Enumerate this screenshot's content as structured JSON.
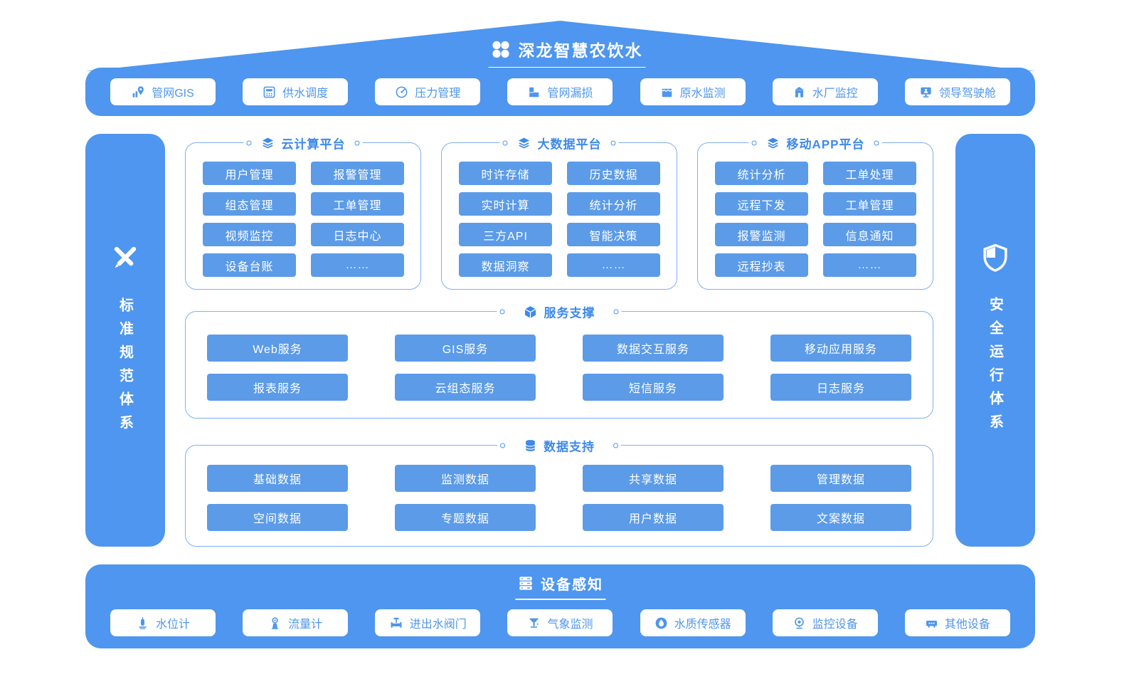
{
  "colors": {
    "main_blue": "#4e96ef",
    "chip_blue": "#5b9be8",
    "accent_blue": "#3e89ea",
    "border_blue": "#7fb0f0"
  },
  "header": {
    "title": "深龙智慧农饮水"
  },
  "topbar": {
    "items": [
      {
        "label": "管网GIS",
        "icon": "map-pin-icon"
      },
      {
        "label": "供水调度",
        "icon": "control-panel-icon"
      },
      {
        "label": "压力管理",
        "icon": "gauge-icon"
      },
      {
        "label": "管网漏损",
        "icon": "pipe-icon"
      },
      {
        "label": "原水监测",
        "icon": "water-tank-icon"
      },
      {
        "label": "水厂监控",
        "icon": "factory-icon"
      },
      {
        "label": "领导驾驶舱",
        "icon": "monitor-icon"
      }
    ]
  },
  "sidebars": {
    "left": {
      "label": "标准规范体系",
      "icon": "design-tools-icon"
    },
    "right": {
      "label": "安全运行体系",
      "icon": "shield-icon"
    }
  },
  "platforms": [
    {
      "title": "云计算平台",
      "icon": "layers-icon",
      "items": [
        "用户管理",
        "报警管理",
        "组态管理",
        "工单管理",
        "视频监控",
        "日志中心",
        "设备台账",
        "……"
      ]
    },
    {
      "title": "大数据平台",
      "icon": "layers-icon",
      "items": [
        "时许存储",
        "历史数据",
        "实时计算",
        "统计分析",
        "三方API",
        "智能决策",
        "数据洞察",
        "……"
      ]
    },
    {
      "title": "移动APP平台",
      "icon": "layers-icon",
      "items": [
        "统计分析",
        "工单处理",
        "远程下发",
        "工单管理",
        "报警监测",
        "信息通知",
        "远程抄表",
        "……"
      ]
    }
  ],
  "services": {
    "title": "服务支撑",
    "icon": "cube-icon",
    "items": [
      "Web服务",
      "GIS服务",
      "数据交互服务",
      "移动应用服务",
      "报表服务",
      "云组态服务",
      "短信服务",
      "日志服务"
    ]
  },
  "data_support": {
    "title": "数据支持",
    "icon": "database-icon",
    "items": [
      "基础数据",
      "监测数据",
      "共享数据",
      "管理数据",
      "空间数据",
      "专题数据",
      "用户数据",
      "文案数据"
    ]
  },
  "devices": {
    "title": "设备感知",
    "icon": "server-icon",
    "items": [
      {
        "label": "水位计",
        "icon": "water-level-icon"
      },
      {
        "label": "流量计",
        "icon": "flow-meter-icon"
      },
      {
        "label": "进出水阀门",
        "icon": "valve-icon"
      },
      {
        "label": "气象监测",
        "icon": "weather-station-icon"
      },
      {
        "label": "水质传感器",
        "icon": "water-drop-icon"
      },
      {
        "label": "监控设备",
        "icon": "camera-icon"
      },
      {
        "label": "其他设备",
        "icon": "other-device-icon"
      }
    ]
  }
}
